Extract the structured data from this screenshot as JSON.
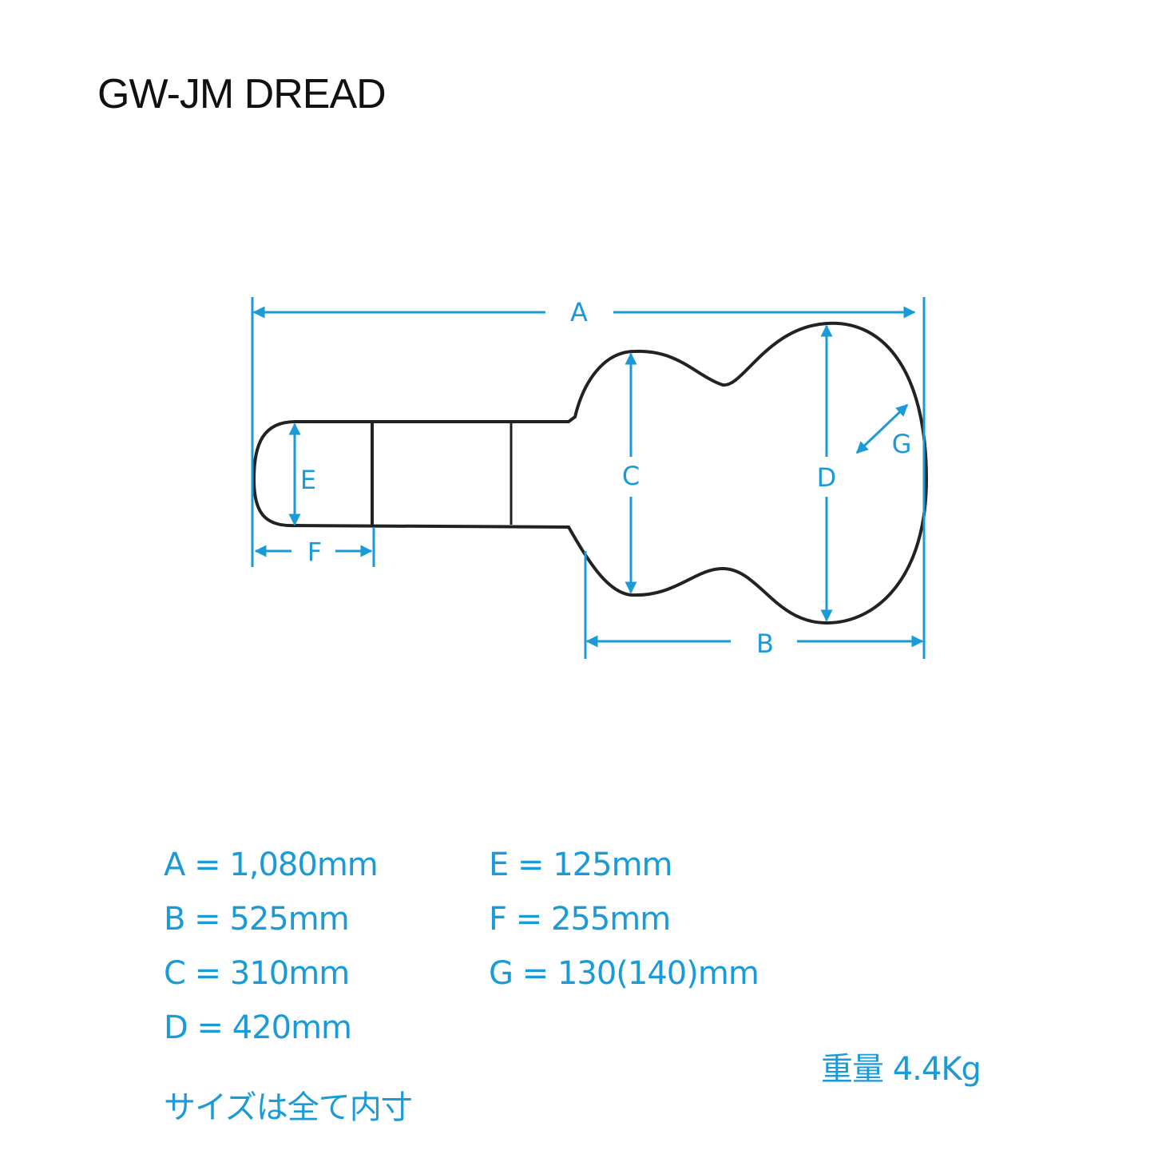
{
  "title": "GW-JM DREAD",
  "diagram_labels": {
    "a": "A",
    "b": "B",
    "c": "C",
    "d": "D",
    "e": "E",
    "f": "F",
    "g": "G"
  },
  "specs": {
    "a": "A = 1,080mm",
    "b": "B = 525mm",
    "c": "C = 310mm",
    "d": "D = 420mm",
    "e": "E = 125mm",
    "f": "F = 255mm",
    "g": "G = 130(140)mm"
  },
  "weight": "重量 4.4Kg",
  "note": "サイズは全て内寸",
  "colors": {
    "accent": "#1a9ad6",
    "outline": "#222222"
  }
}
